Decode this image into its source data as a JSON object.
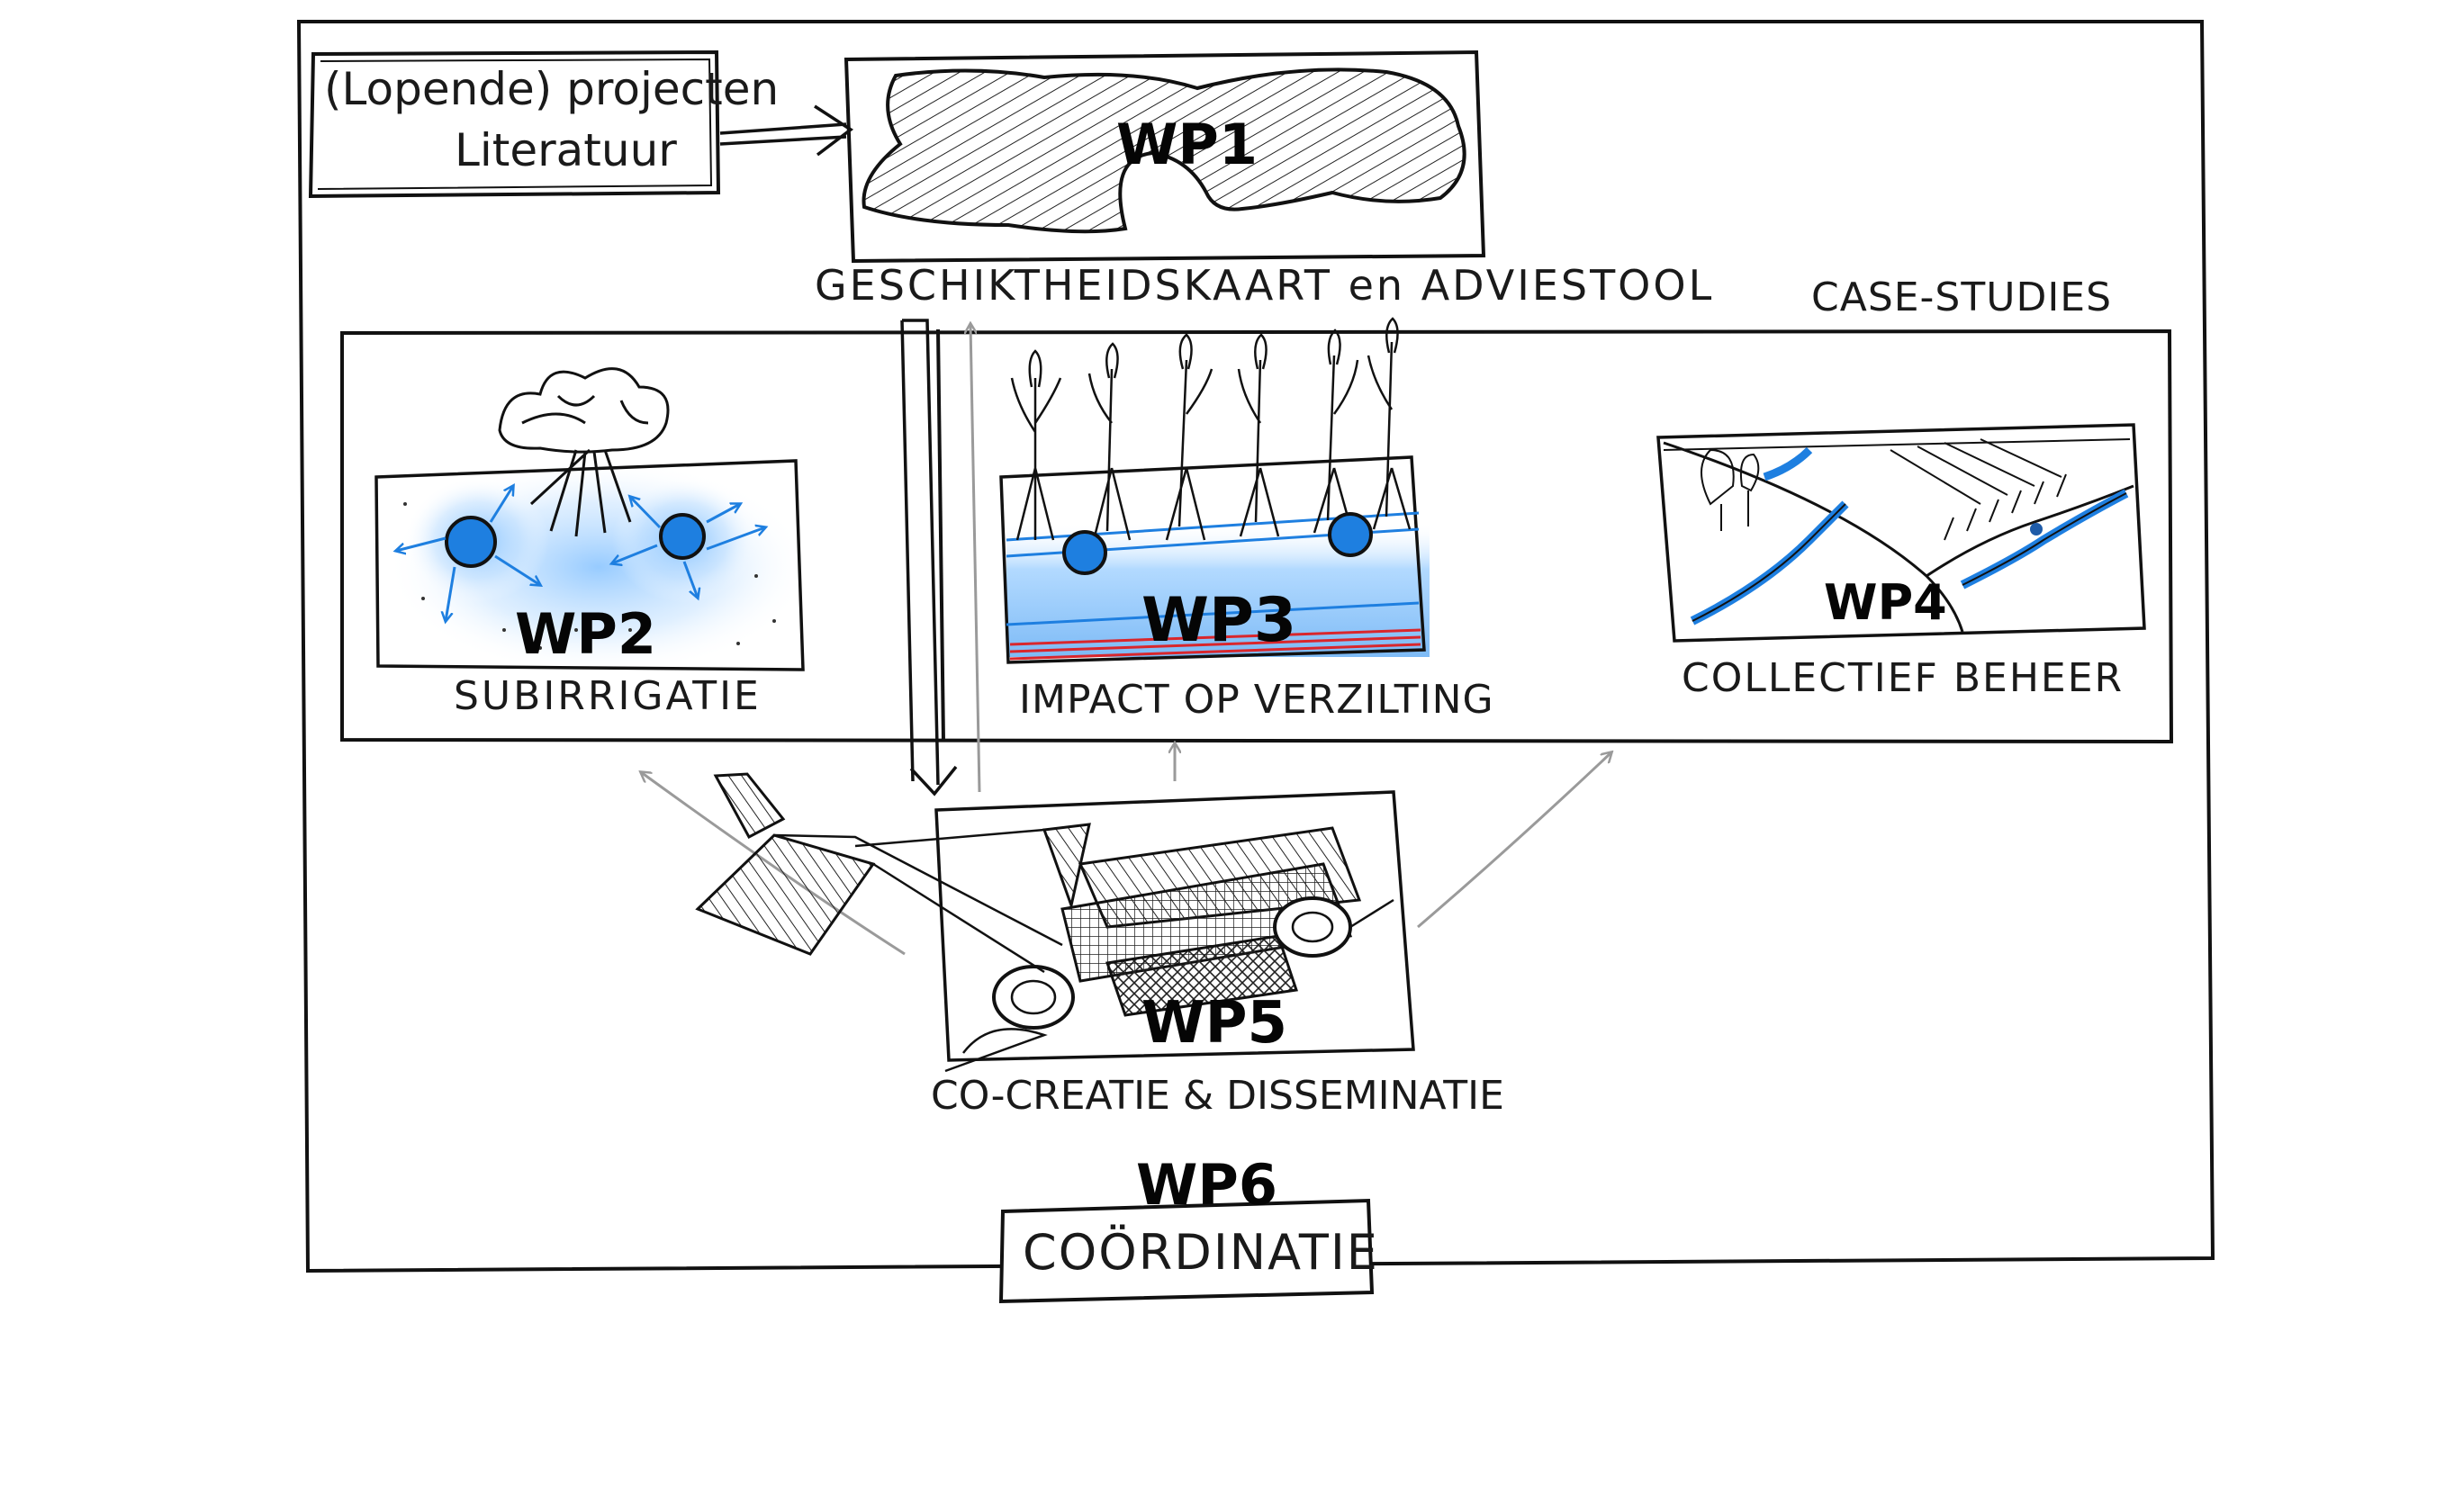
{
  "diagram": {
    "inputs": {
      "line1": "(Lopende) projecten",
      "line2": "Literatuur"
    },
    "case_studies_label": "CASE-STUDIES",
    "coordination_label": "COÖRDINATIE",
    "work_packages": [
      {
        "id": "WP1",
        "caption": "GESCHIKTHEIDSKAART en ADVIESTOOL"
      },
      {
        "id": "WP2",
        "caption": "SUBIRRIGATIE"
      },
      {
        "id": "WP3",
        "caption": "IMPACT OP VERZILTING"
      },
      {
        "id": "WP4",
        "caption": "COLLECTIEF BEHEER"
      },
      {
        "id": "WP5",
        "caption": "CO-CREATIE & DISSEMINATIE"
      },
      {
        "id": "WP6",
        "caption": ""
      }
    ],
    "colors": {
      "ink": "#111111",
      "water": "#1e7fe0",
      "water_glow": "#9fd0ff",
      "salt_line": "#d9262c",
      "arrow_grey": "#9a9a9a"
    }
  }
}
